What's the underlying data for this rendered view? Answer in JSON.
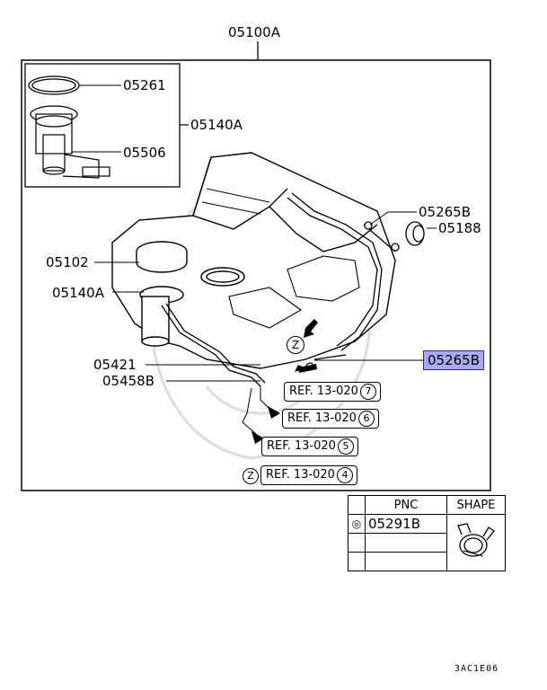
{
  "labels": {
    "main_assembly": "05100A",
    "seal_ring": "05261",
    "pump_assy_top": "05140A",
    "filter": "05506",
    "hose_clip": "05265B",
    "cap": "05188",
    "tank_band": "05102",
    "pump_assy_left": "05140A",
    "vapor_hose": "05421",
    "fuel_line": "05458B",
    "highlighted_part": "05265B"
  },
  "refs": {
    "ref7": {
      "text": "REF. 13-020",
      "num": "7"
    },
    "ref6": {
      "text": "REF. 13-020",
      "num": "6"
    },
    "ref5": {
      "text": "REF. 13-020",
      "num": "5"
    },
    "ref4": {
      "text": "REF. 13-020",
      "num": "4",
      "marker": "Z"
    }
  },
  "z_marker": "Z",
  "table": {
    "header_pnc": "PNC",
    "header_shape": "SHAPE",
    "row_symbol": "◎",
    "row_pnc": "05291B"
  },
  "diagram_code": "3AC1E06"
}
